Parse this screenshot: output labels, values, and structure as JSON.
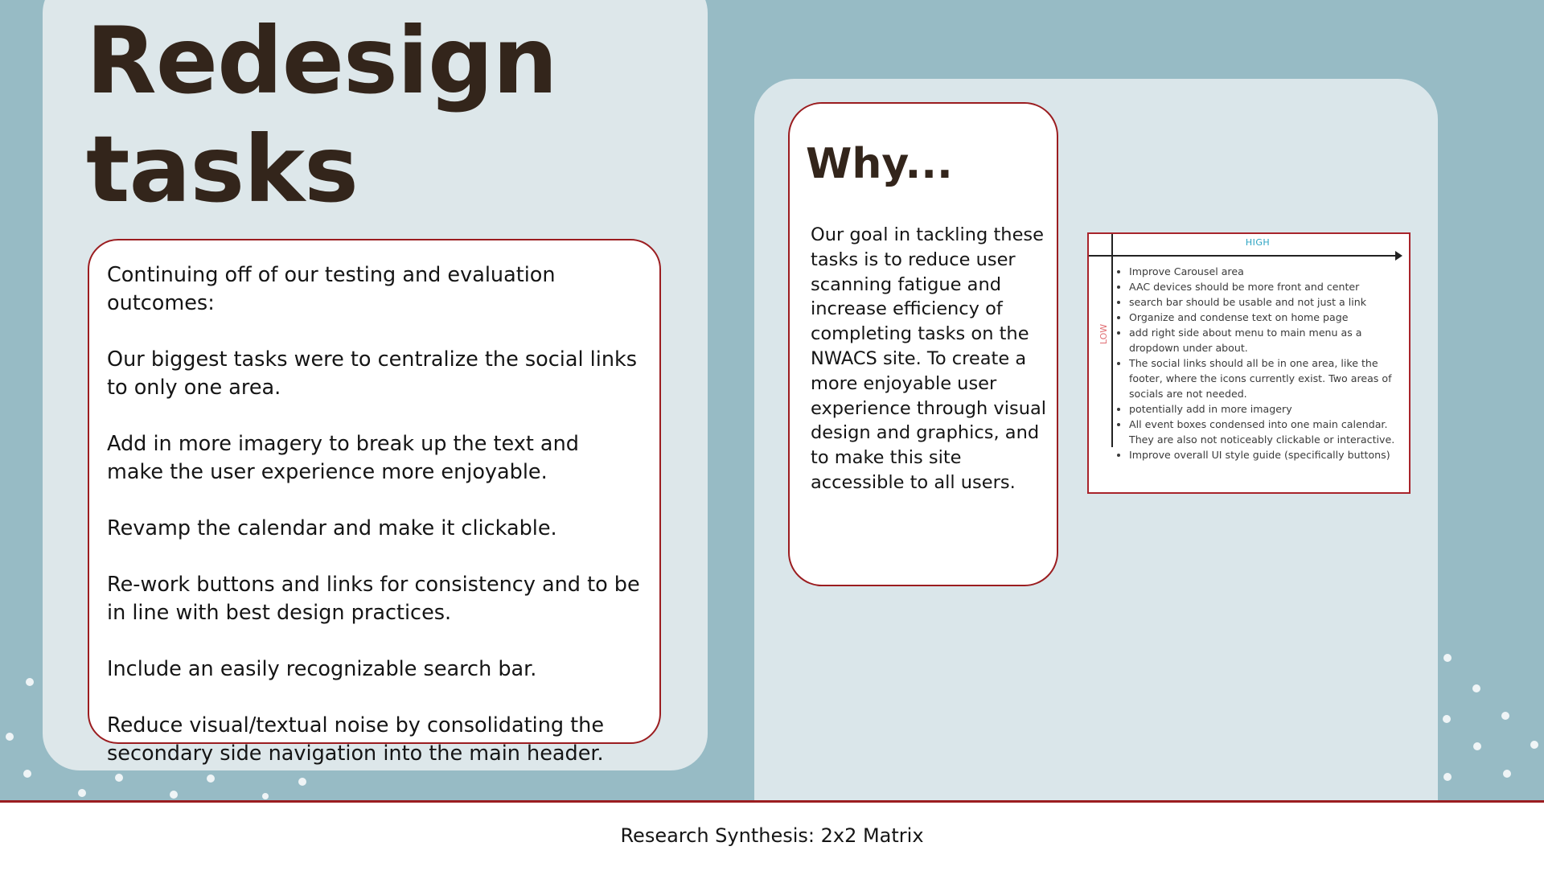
{
  "slide": {
    "title_line1": "Redesign",
    "title_line2": "tasks",
    "tasks": [
      "Continuing off of our testing and evaluation outcomes:",
      "Our biggest tasks were to centralize the social links to only one area.",
      "Add in more imagery to break up the text and make the user experience more enjoyable.",
      "Revamp the calendar and make it clickable.",
      "Re-work buttons and links for consistency and to be in line with best design practices.",
      "Include an easily recognizable search bar.",
      "Reduce visual/textual noise by consolidating the secondary side navigation into the main header."
    ],
    "why_title": "Why...",
    "why_text": "Our goal in tackling these tasks is to reduce user scanning fatigue and increase efficiency of completing tasks on the NWACS site.  To create a more enjoyable user experience through visual design and graphics, and to make this site accessible to all users.",
    "matrix": {
      "high_label": "HIGH",
      "low_label": "LOW",
      "items": [
        "Improve Carousel area",
        "AAC devices should be more front and center",
        "search bar should be usable and not just a link",
        "Organize and condense text on home page",
        "add right side about menu to main menu as a dropdown under about.",
        "The social links should all be in one area, like the footer, where the icons currently exist. Two areas of socials are not needed.",
        "potentially add in more imagery",
        "All event boxes condensed into one main calendar. They are also not noticeably clickable or interactive.",
        "Improve overall UI style guide (specifically buttons)"
      ]
    },
    "footer": "Research Synthesis: 2x2 Matrix"
  },
  "colors": {
    "background": "#97bbc5",
    "panel": "#dde7ea",
    "accent_red": "#9b1d20",
    "title_brown": "#33251b",
    "high_label": "#2ba3c2",
    "low_label": "#e06b70"
  }
}
